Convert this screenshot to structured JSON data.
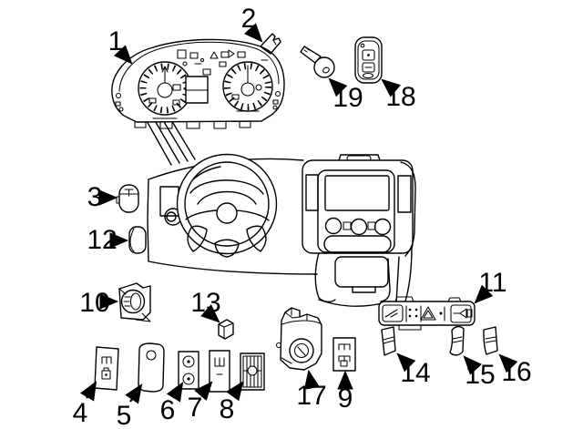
{
  "diagram": {
    "type": "exploded-parts-diagram",
    "subject": "Instrument panel cluster and switches",
    "background_color": "#ffffff",
    "line_color": "#000000",
    "callouts": [
      {
        "num": "1",
        "part": "instrument-cluster"
      },
      {
        "num": "2",
        "part": "retainer-clip"
      },
      {
        "num": "3",
        "part": "push-button-switch"
      },
      {
        "num": "4",
        "part": "rocker-switch"
      },
      {
        "num": "5",
        "part": "blank-cover"
      },
      {
        "num": "6",
        "part": "two-button-switch"
      },
      {
        "num": "7",
        "part": "rocker-switch"
      },
      {
        "num": "8",
        "part": "defroster-switch"
      },
      {
        "num": "9",
        "part": "window-switch"
      },
      {
        "num": "10",
        "part": "headlamp-switch"
      },
      {
        "num": "11",
        "part": "switch-panel"
      },
      {
        "num": "12",
        "part": "blank-button"
      },
      {
        "num": "13",
        "part": "bulb-socket"
      },
      {
        "num": "14",
        "part": "switch-bezel"
      },
      {
        "num": "15",
        "part": "switch-bezel"
      },
      {
        "num": "16",
        "part": "switch-bezel"
      },
      {
        "num": "17",
        "part": "ignition-switch-module"
      },
      {
        "num": "18",
        "part": "remote-transmitter"
      },
      {
        "num": "19",
        "part": "key"
      }
    ]
  }
}
